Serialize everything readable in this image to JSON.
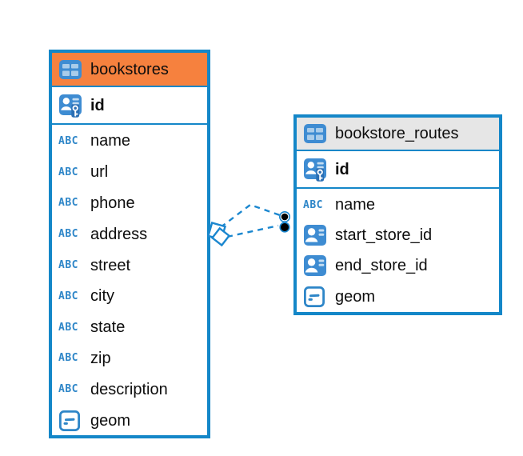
{
  "diagram": {
    "abc_label": "ABC",
    "colors": {
      "table_border_blue": "#1487C8",
      "bookstores_header_orange": "#F6813E",
      "bookstore_routes_header_gray": "#E6E6E6",
      "icon_blue": "#3E8CD2",
      "icon_cell_light_blue": "#A9CCEA",
      "relationship_line_blue": "#1B87CF",
      "text_black": "#0d0d0d"
    },
    "relationship": {
      "style": "dashed",
      "from_table": "bookstores",
      "to_table": "bookstore_routes",
      "source_marker": "overlapping-diamonds",
      "target_marker": "overlapping-filled-dots",
      "line_count": 2
    },
    "tables": [
      {
        "title": "bookstores",
        "key_column": "id",
        "columns": [
          {
            "name": "name",
            "type": "text"
          },
          {
            "name": "url",
            "type": "text"
          },
          {
            "name": "phone",
            "type": "text"
          },
          {
            "name": "address",
            "type": "text"
          },
          {
            "name": "street",
            "type": "text"
          },
          {
            "name": "city",
            "type": "text"
          },
          {
            "name": "state",
            "type": "text"
          },
          {
            "name": "zip",
            "type": "text"
          },
          {
            "name": "description",
            "type": "text"
          },
          {
            "name": "geom",
            "type": "geometry"
          }
        ]
      },
      {
        "title": "bookstore_routes",
        "key_column": "id",
        "columns": [
          {
            "name": "name",
            "type": "text"
          },
          {
            "name": "start_store_id",
            "type": "foreign-key"
          },
          {
            "name": "end_store_id",
            "type": "foreign-key"
          },
          {
            "name": "geom",
            "type": "geometry"
          }
        ]
      }
    ]
  }
}
